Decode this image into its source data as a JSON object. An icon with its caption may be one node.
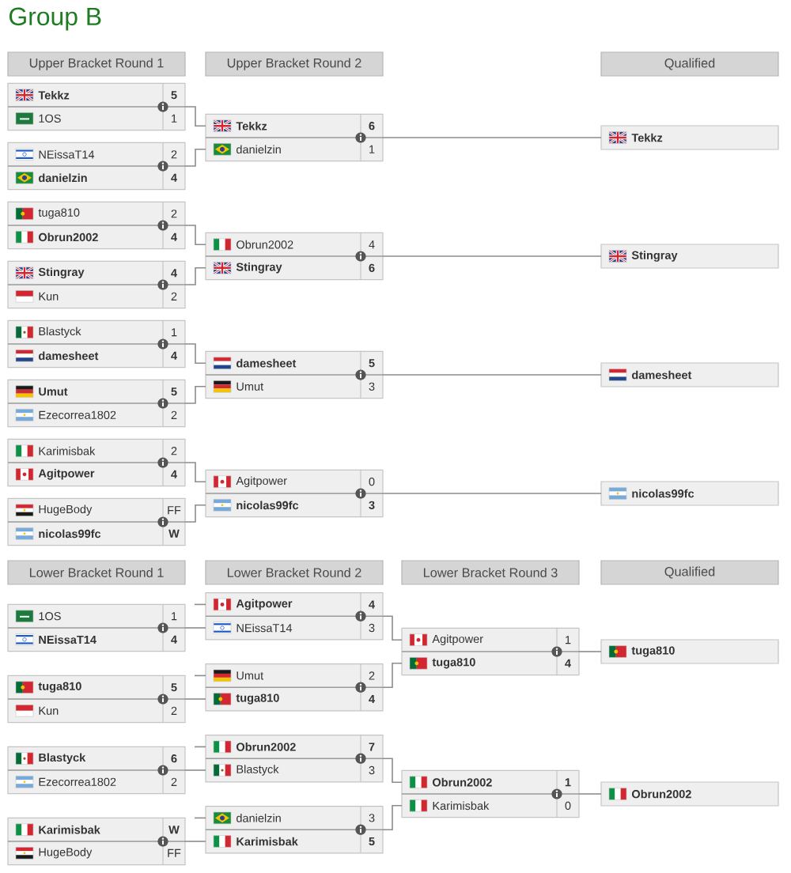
{
  "diagram": {
    "title": "Group B",
    "nodes": [
      {
        "text": [
          "Upper Bracket Round 1"
        ]
      },
      {
        "text": [
          "Upper Bracket Round 2"
        ]
      },
      {
        "text": [
          "Qualified"
        ]
      },
      {
        "text": [
          "**Tekkz**",
          "**5**",
          "1OS",
          "1"
        ]
      },
      {
        "text": [
          "NEissaT14",
          "2",
          "**danielzin**",
          "**4**"
        ]
      },
      {
        "text": [
          "tuga810",
          "2",
          "**Obrun2002**",
          "**4**"
        ]
      },
      {
        "text": [
          "**Stingray**",
          "**4**",
          "Kun",
          "2"
        ]
      },
      {
        "text": [
          "Blastyck",
          "1",
          "**damesheet**",
          "**4**"
        ]
      },
      {
        "text": [
          "**Umut**",
          "**5**",
          "Ezecorrea1802",
          "2"
        ]
      },
      {
        "text": [
          "Karimisbak",
          "2",
          "**Agitpower**",
          "**4**"
        ]
      },
      {
        "text": [
          "HugeBody",
          "FF",
          "**nicolas99fc**",
          "**W**"
        ]
      },
      {
        "text": [
          "**Tekkz**",
          "**6**",
          "danielzin",
          "1"
        ]
      },
      {
        "text": [
          "Obrun2002",
          "4",
          "**Stingray**",
          "**6**"
        ]
      },
      {
        "text": [
          "**damesheet**",
          "**5**",
          "Umut",
          "3"
        ]
      },
      {
        "text": [
          "Agitpower",
          "0",
          "**nicolas99fc**",
          "**3**"
        ]
      },
      {
        "text": [
          "Tekkz"
        ]
      },
      {
        "text": [
          "Stingray"
        ]
      },
      {
        "text": [
          "damesheet"
        ]
      },
      {
        "text": [
          "nicolas99fc"
        ]
      },
      {
        "text": [
          "Lower Bracket Round 1"
        ]
      },
      {
        "text": [
          "Lower Bracket Round 2"
        ]
      },
      {
        "text": [
          "Lower Bracket Round 3"
        ]
      },
      {
        "text": [
          "Qualified"
        ]
      },
      {
        "text": [
          "1OS",
          "1",
          "**NEissaT14**",
          "**4**"
        ]
      },
      {
        "text": [
          "**tuga810**",
          "**5**",
          "Kun",
          "2"
        ]
      },
      {
        "text": [
          "**Blastyck**",
          "**6**",
          "Ezecorrea1802",
          "2"
        ]
      },
      {
        "text": [
          "**Karimisbak**",
          "**W**",
          "HugeBody",
          "FF"
        ]
      },
      {
        "text": [
          "**Agitpower**",
          "**4**",
          "NEissaT14",
          "3"
        ]
      },
      {
        "text": [
          "Umut",
          "2",
          "**tuga810**",
          "**4**"
        ]
      },
      {
        "text": [
          "**Obrun2002**",
          "**7**",
          "Blastyck",
          "3"
        ]
      },
      {
        "text": [
          "danielzin",
          "3",
          "**Karimisbak**",
          "**5**"
        ]
      },
      {
        "text": [
          "Agitpower",
          "1",
          "**tuga810**",
          "**4**"
        ]
      },
      {
        "text": [
          "**Obrun2002**",
          "**1**",
          "Karimisbak",
          "0"
        ]
      },
      {
        "text": [
          "tuga810"
        ]
      },
      {
        "text": [
          "Obrun2002"
        ]
      }
    ],
    "edges": [
      {
        "from": 3,
        "to": 11,
        "arrow": "none"
      },
      {
        "from": 4,
        "to": 11,
        "arrow": "none"
      },
      {
        "from": 5,
        "to": 12,
        "arrow": "none"
      },
      {
        "from": 6,
        "to": 12,
        "arrow": "none"
      },
      {
        "from": 7,
        "to": 13,
        "arrow": "none"
      },
      {
        "from": 8,
        "to": 13,
        "arrow": "none"
      },
      {
        "from": 9,
        "to": 14,
        "arrow": "none"
      },
      {
        "from": 10,
        "to": 14,
        "arrow": "none"
      },
      {
        "from": 11,
        "to": 15,
        "arrow": "none"
      },
      {
        "from": 12,
        "to": 16,
        "arrow": "none"
      },
      {
        "from": 13,
        "to": 17,
        "arrow": "none"
      },
      {
        "from": 14,
        "to": 18,
        "arrow": "none"
      },
      {
        "from": null,
        "to": 27,
        "arrow": "none"
      },
      {
        "from": 23,
        "to": 27,
        "arrow": "none"
      },
      {
        "from": null,
        "to": 28,
        "arrow": "none"
      },
      {
        "from": 24,
        "to": 28,
        "arrow": "none"
      },
      {
        "from": null,
        "to": 29,
        "arrow": "none"
      },
      {
        "from": 25,
        "to": 29,
        "arrow": "none"
      },
      {
        "from": null,
        "to": 30,
        "arrow": "none"
      },
      {
        "from": 26,
        "to": 30,
        "arrow": "none"
      },
      {
        "from": 27,
        "to": 31,
        "arrow": "none"
      },
      {
        "from": 28,
        "to": 31,
        "arrow": "none"
      },
      {
        "from": 29,
        "to": 32,
        "arrow": "none"
      },
      {
        "from": 30,
        "to": 32,
        "arrow": "none"
      },
      {
        "from": 31,
        "to": 33,
        "arrow": "none"
      },
      {
        "from": 32,
        "to": 34,
        "arrow": "none"
      }
    ]
  }
}
